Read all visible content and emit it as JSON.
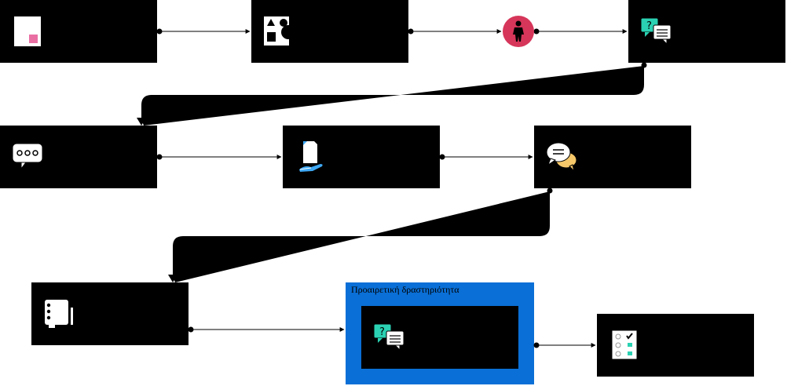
{
  "colors": {
    "background": "#ffffff",
    "node_fill": "#000000",
    "connector": "#000000",
    "group_fill": "#0a6fd6",
    "accent_pink": "#e96fa3",
    "accent_red": "#d6365a",
    "accent_teal": "#2ad1b2",
    "accent_yellow": "#f6c86a",
    "accent_blue": "#3fa9f5"
  },
  "group": {
    "title": "Προαιρετική δραστηριότητα"
  },
  "nodes": [
    {
      "id": "n1",
      "icon": "document-icon",
      "label": ""
    },
    {
      "id": "n2",
      "icon": "shapes-icon",
      "label": ""
    },
    {
      "id": "n3",
      "icon": "person-icon",
      "label": ""
    },
    {
      "id": "n4",
      "icon": "question-chat-icon",
      "label": ""
    },
    {
      "id": "n5",
      "icon": "speech-bubble-icon",
      "label": ""
    },
    {
      "id": "n6",
      "icon": "hand-document-icon",
      "label": ""
    },
    {
      "id": "n7",
      "icon": "discussion-icon",
      "label": ""
    },
    {
      "id": "n8",
      "icon": "notebook-icon",
      "label": ""
    },
    {
      "id": "n9",
      "icon": "question-chat-icon",
      "label": ""
    },
    {
      "id": "n10",
      "icon": "checklist-icon",
      "label": ""
    }
  ]
}
